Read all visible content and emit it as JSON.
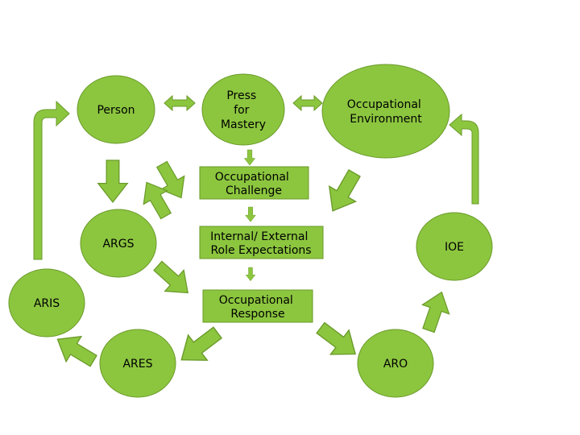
{
  "colors": {
    "fill": "#8cc63f",
    "stroke": "#6a9a2a",
    "text": "#000000"
  },
  "nodes": {
    "person": {
      "lines": [
        "Person"
      ]
    },
    "press": {
      "lines": [
        "Press",
        "for",
        "Mastery"
      ]
    },
    "environment": {
      "lines": [
        "Occupational",
        "Environment"
      ]
    },
    "challenge": {
      "lines": [
        "Occupational",
        "Challenge"
      ]
    },
    "expectations": {
      "lines": [
        "Internal/ External",
        "Role Expectations"
      ]
    },
    "response": {
      "lines": [
        "Occupational",
        "Response"
      ]
    },
    "args": {
      "lines": [
        "ARGS"
      ]
    },
    "aris": {
      "lines": [
        "ARIS"
      ]
    },
    "ares": {
      "lines": [
        "ARES"
      ]
    },
    "aro": {
      "lines": [
        "ARO"
      ]
    },
    "ioe": {
      "lines": [
        "IOE"
      ]
    }
  }
}
